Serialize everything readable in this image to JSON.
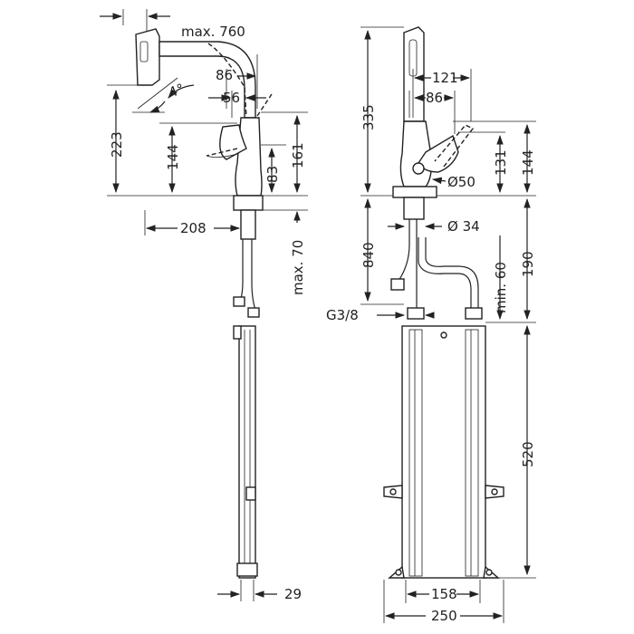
{
  "dimensions": {
    "max_760": "max. 760",
    "d86_top": "86",
    "angle_4": "4°",
    "d56": "56",
    "d223": "223",
    "d144_left": "144",
    "d161": "161",
    "d83": "83",
    "d208": "208",
    "max_70": "max. 70",
    "d29": "29",
    "d335": "335",
    "d121": "121",
    "d86_right": "86",
    "d144_right": "144",
    "d131": "131",
    "dia50": "Ø50",
    "dia34": "Ø 34",
    "d840": "840",
    "d190": "190",
    "min_60": "min. 60",
    "g38": "G3/8",
    "d520": "520",
    "d158": "158",
    "d250": "250"
  },
  "colors": {
    "line": "#222222",
    "background": "#ffffff"
  }
}
